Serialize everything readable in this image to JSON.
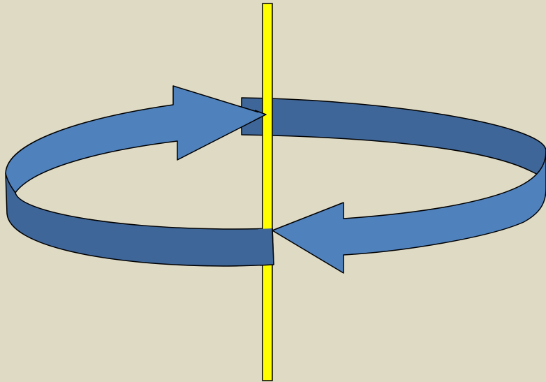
{
  "diagram": {
    "type": "rotation-around-axis",
    "background_color": "#DFDAC4",
    "axis": {
      "orientation": "vertical",
      "color": "#FFFF00",
      "outline_color": "#000000"
    },
    "ribbon": {
      "shape": "elliptical-loop",
      "direction": "counterclockwise",
      "top_face_color": "#4F81BD",
      "side_face_color": "#3F6699",
      "outline_color": "#000000",
      "arrowheads": 2
    }
  }
}
